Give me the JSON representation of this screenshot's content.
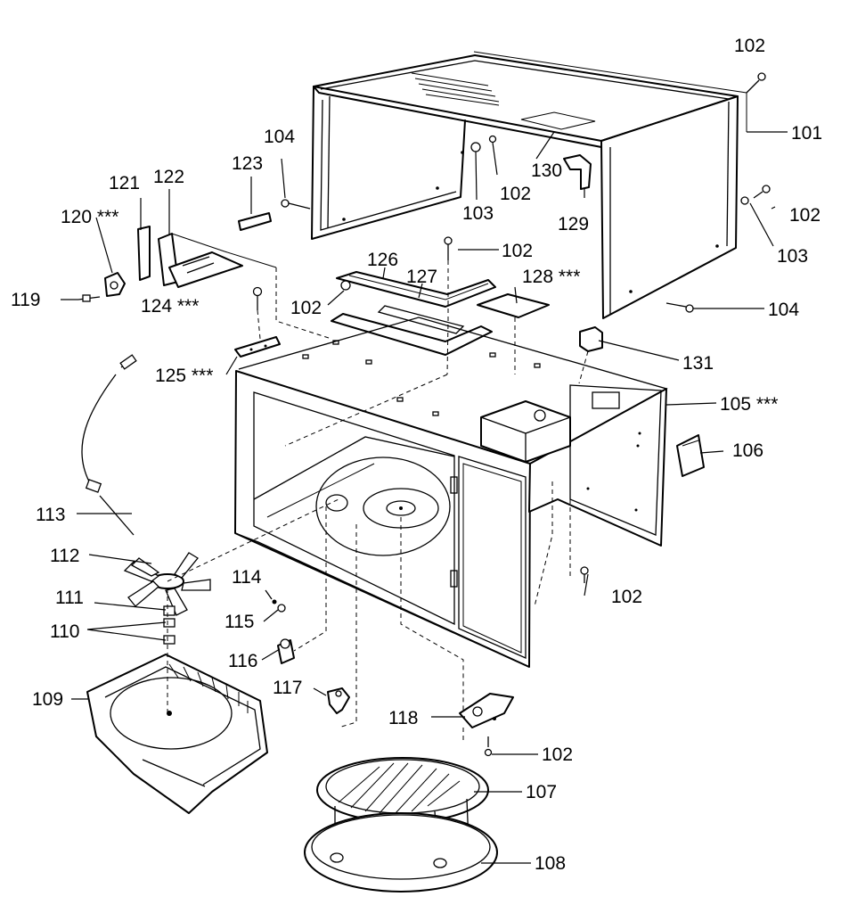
{
  "diagram": {
    "labels": {
      "l101": "101",
      "l102a": "102",
      "l102b": "102",
      "l102c": "102",
      "l102d": "102",
      "l102e": "102",
      "l102f": "102",
      "l102g": "102",
      "l103a": "103",
      "l103b": "103",
      "l104a": "104",
      "l104b": "104",
      "l105": "105 ***",
      "l106": "106",
      "l107": "107",
      "l108": "108",
      "l109": "109",
      "l110": "110",
      "l111": "111",
      "l112": "112",
      "l113": "113",
      "l114": "114",
      "l115": "115",
      "l116": "116",
      "l117": "117",
      "l118": "118",
      "l119": "119",
      "l120": "120 ***",
      "l121": "121",
      "l122": "122",
      "l123": "123",
      "l124": "124 ***",
      "l125": "125 ***",
      "l126": "126",
      "l127": "127",
      "l128": "128 ***",
      "l129": "129",
      "l130": "130",
      "l131": "131"
    }
  }
}
